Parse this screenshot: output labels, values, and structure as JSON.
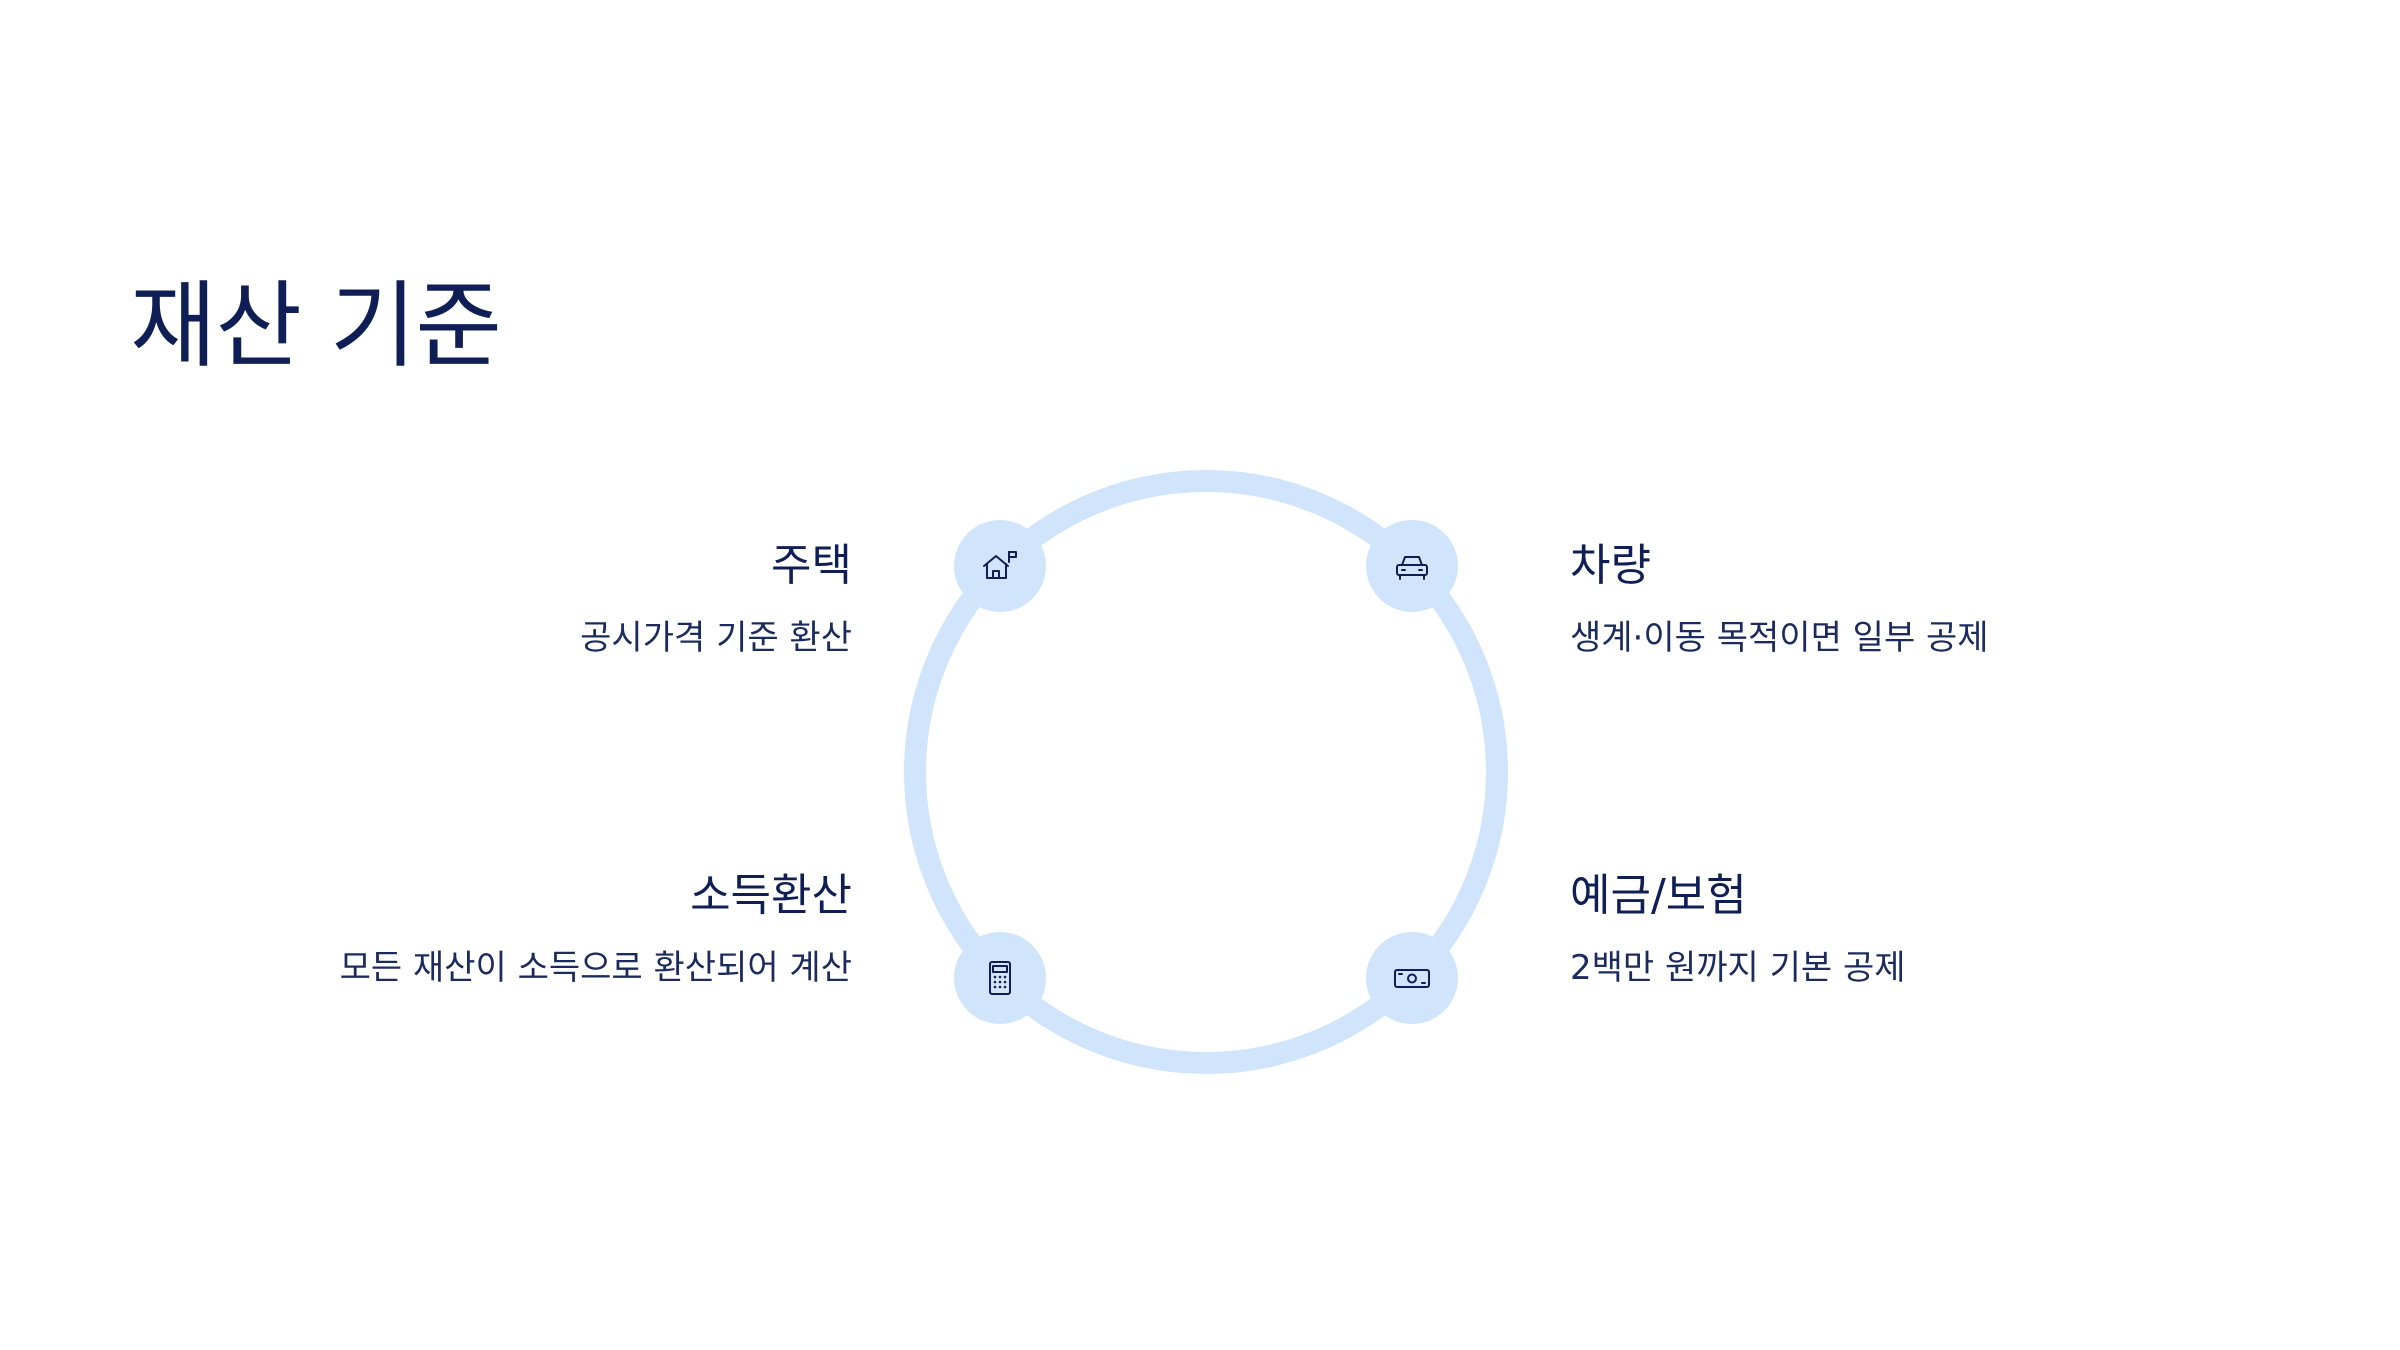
{
  "title": "재산 기준",
  "colors": {
    "title": "#0f1f55",
    "text": "#1c2b5e",
    "ring": "#d0e4fb",
    "node_fill": "#d0e4fb",
    "icon_stroke": "#0f1f55",
    "background": "#ffffff"
  },
  "items": [
    {
      "id": "housing",
      "icon": "house-flag-icon",
      "title": "주택",
      "description": "공시가격 기준 환산"
    },
    {
      "id": "vehicle",
      "icon": "car-icon",
      "title": "차량",
      "description": "생계·이동 목적이면 일부 공제"
    },
    {
      "id": "income-conversion",
      "icon": "calculator-icon",
      "title": "소득환산",
      "description": "모든 재산이 소득으로 환산되어 계산"
    },
    {
      "id": "deposit-insurance",
      "icon": "banknote-icon",
      "title": "예금/보험",
      "description": "2백만 원까지 기본 공제"
    }
  ]
}
